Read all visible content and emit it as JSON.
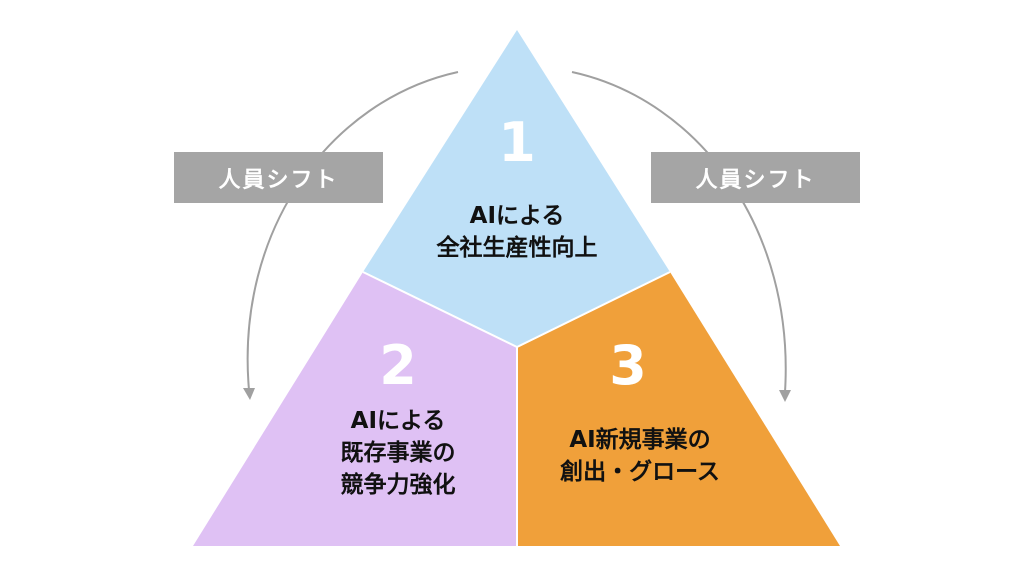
{
  "colors": {
    "segment1": "#bee0f7",
    "segment2": "#dfc1f4",
    "segment3": "#f0a03a",
    "shift_label_bg": "#a5a5a5",
    "arrow": "#a0a0a0"
  },
  "shift_left": "人員シフト",
  "shift_right": "人員シフト",
  "segments": [
    {
      "number": "1",
      "lines": [
        "AIによる",
        "全社生産性向上"
      ]
    },
    {
      "number": "2",
      "lines": [
        "AIによる",
        "既存事業の",
        "競争力強化"
      ]
    },
    {
      "number": "3",
      "lines": [
        "AI新規事業の",
        "創出・グロース"
      ]
    }
  ]
}
